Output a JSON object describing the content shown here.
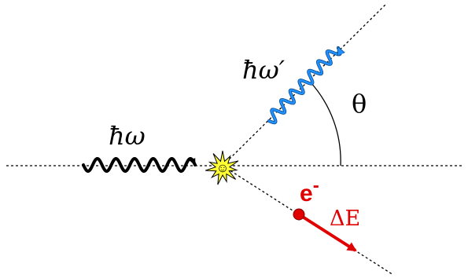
{
  "diagram": {
    "labels": {
      "incident_photon": "ħω",
      "scattered_photon": "ħω′",
      "angle": "θ",
      "electron_base": "e",
      "electron_sup": "-",
      "energy_transfer": "ΔE"
    },
    "colors": {
      "incident_photon": "#000000",
      "scattered_photon": "#1e90ff",
      "electron": "#e00000",
      "collision_fill": "#ffff33",
      "collision_stroke": "#000000",
      "baseline": "#000000"
    }
  }
}
